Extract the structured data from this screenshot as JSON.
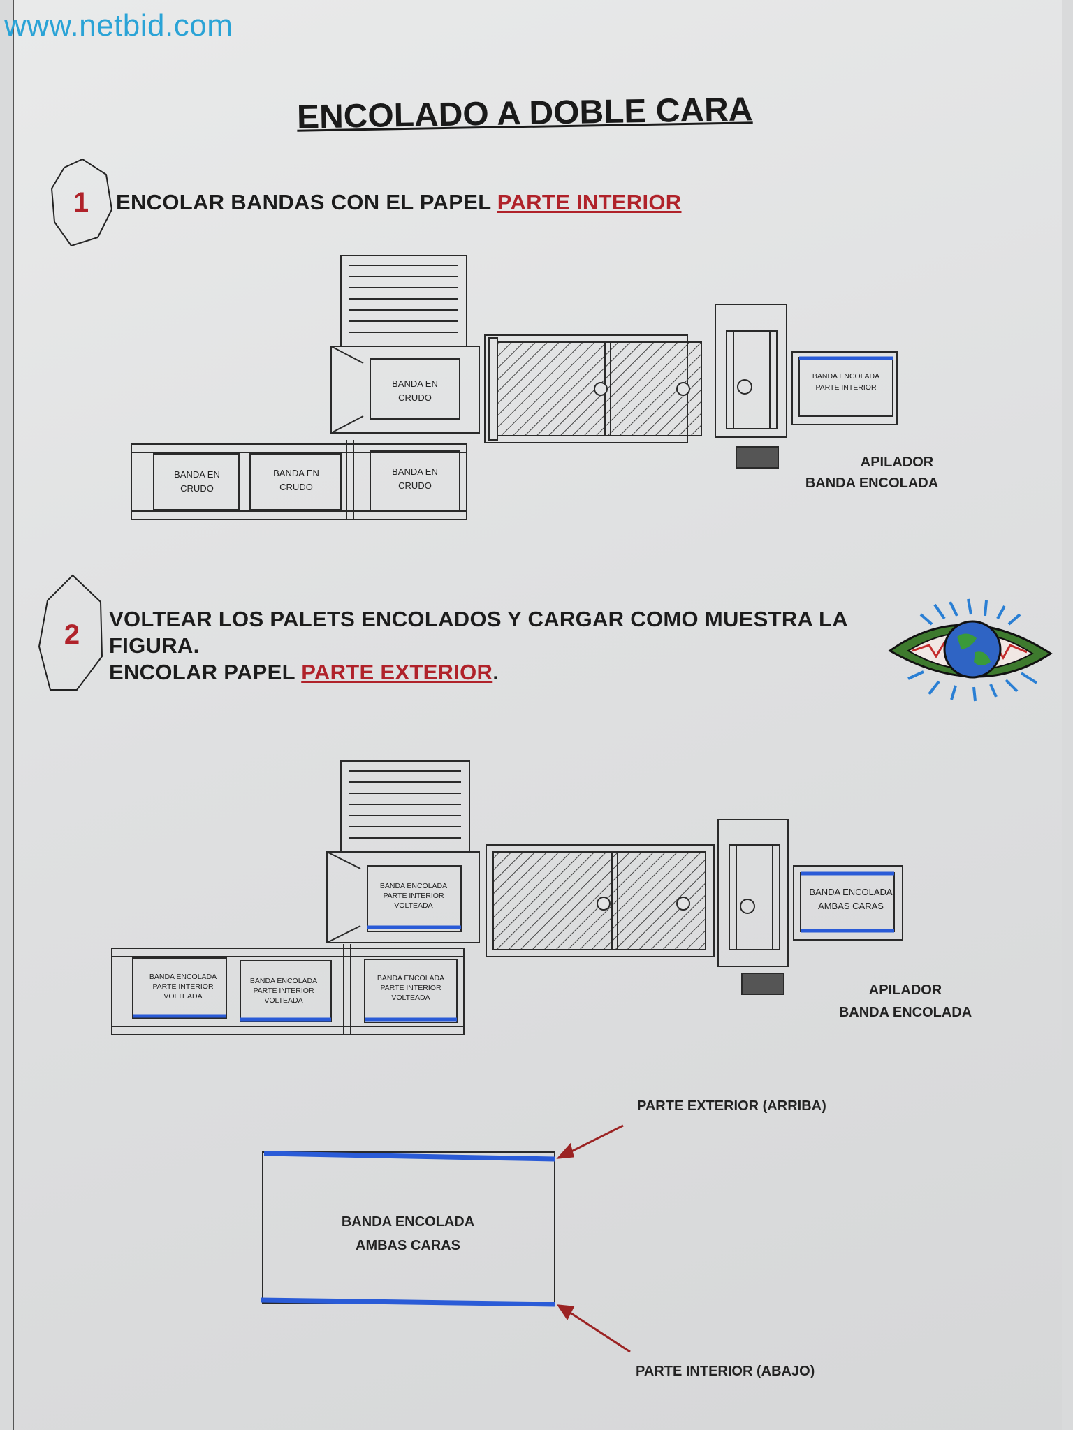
{
  "watermark": "www.netbid.com",
  "title": "ENCOLADO A DOBLE CARA",
  "step1": {
    "number": "1",
    "text": "ENCOLAR BANDAS CON EL PAPEL ",
    "highlight": "PARTE INTERIOR",
    "boxes": [
      "BANDA EN",
      "CRUDO"
    ],
    "output_box": [
      "BANDA ENCOLADA",
      "PARTE INTERIOR"
    ],
    "apilador": [
      "APILADOR",
      "BANDA ENCOLADA"
    ]
  },
  "step2": {
    "number": "2",
    "line1": "VOLTEAR LOS PALETS ENCOLADOS Y CARGAR COMO MUESTRA LA",
    "line2": "FIGURA.",
    "line3_prefix": "ENCOLAR PAPEL ",
    "highlight": "PARTE EXTERIOR",
    "line3_suffix": ".",
    "boxes": [
      "BANDA ENCOLADA",
      "PARTE INTERIOR",
      "VOLTEADA"
    ],
    "output_box": [
      "BANDA ENCOLADA",
      "AMBAS CARAS"
    ],
    "apilador": [
      "APILADOR",
      "BANDA ENCOLADA"
    ]
  },
  "detail": {
    "box": [
      "BANDA ENCOLADA",
      "AMBAS CARAS"
    ],
    "top_label": "PARTE EXTERIOR (ARRIBA)",
    "bottom_label": "PARTE INTERIOR (ABAJO)"
  },
  "colors": {
    "accent_red": "#b0222a",
    "glue_blue": "#2a5bd7",
    "line": "#2a2a2a"
  }
}
